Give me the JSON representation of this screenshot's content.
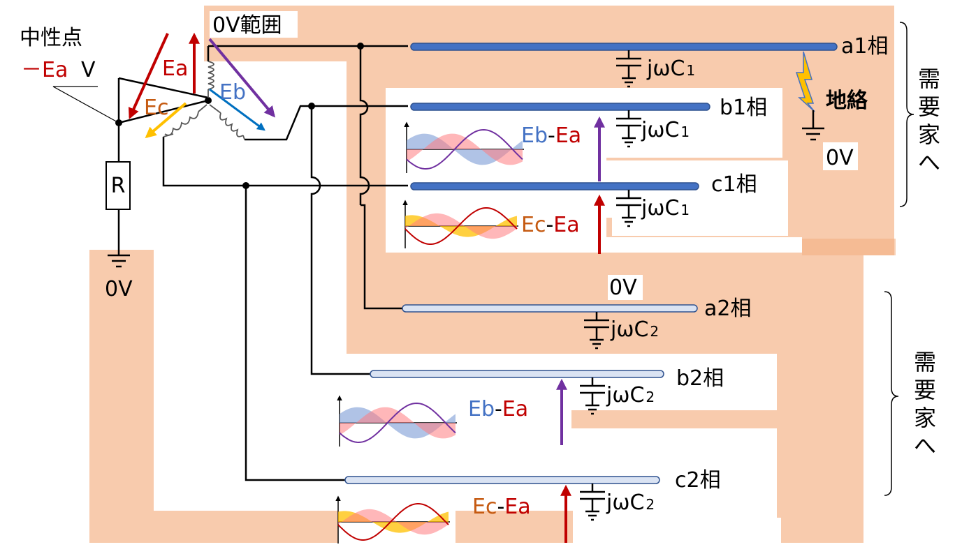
{
  "labels": {
    "neutral": "中性点",
    "neutral_voltage_prefix": "－Ea",
    "neutral_voltage_unit": "V",
    "zero_range": "0V範囲",
    "resistor": "R",
    "ground_zero_left": "0V",
    "ground_zero_fault": "0V",
    "ground_zero_a2": "0V",
    "fault": "地絡",
    "customer_top": [
      "需",
      "要",
      "家",
      "へ"
    ],
    "customer_bottom": [
      "需",
      "要",
      "家",
      "へ"
    ]
  },
  "sources": {
    "ea": "Ea",
    "eb": "Eb",
    "ec": "Ec"
  },
  "phases": {
    "a1": "a1相",
    "b1": "b1相",
    "c1": "c1相",
    "a2": "a2相",
    "b2": "b2相",
    "c2": "c2相"
  },
  "capacitors": {
    "c1_text": "jωC",
    "c1_sub": "1",
    "c2_text": "jωC",
    "c2_sub": "2"
  },
  "differences": {
    "b1": {
      "left": "Eb",
      "dash": "-",
      "right": "Ea"
    },
    "c1": {
      "left": "Ec",
      "dash": "-",
      "right": "Ea"
    },
    "b2": {
      "left": "Eb",
      "dash": "-",
      "right": "Ea"
    },
    "c2": {
      "left": "Ec",
      "dash": "-",
      "right": "Ea"
    }
  },
  "colors": {
    "zone": "#f8cbad",
    "line1": "#4472c4",
    "line2": "#dae3f3",
    "ea": "#c00000",
    "eb_text": "#4472c4",
    "eb_arrow": "#7030a0",
    "ec_text": "#c55a11",
    "ec_arrow": "#ffc000"
  }
}
